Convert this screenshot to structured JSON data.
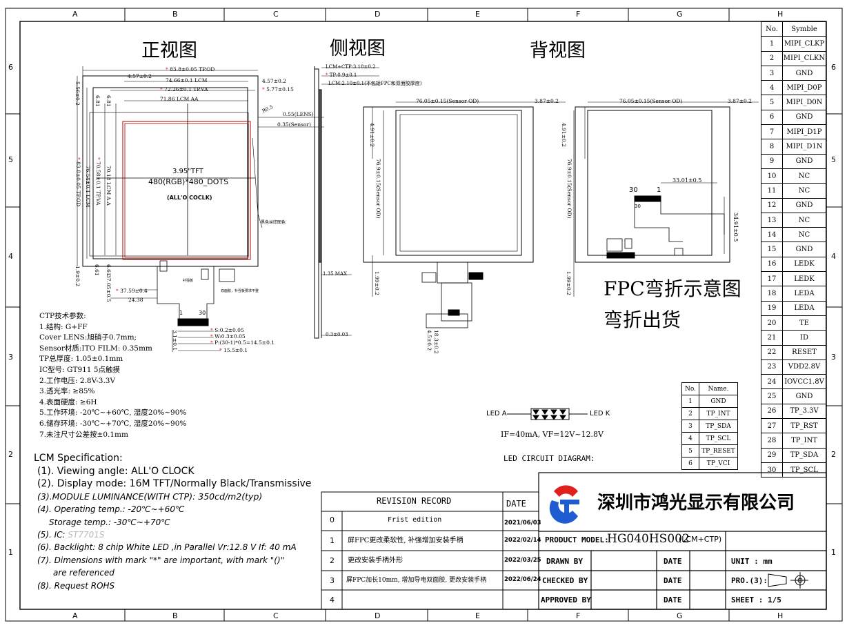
{
  "grid": {
    "cols": [
      "A",
      "B",
      "C",
      "D",
      "E",
      "F",
      "G",
      "H"
    ],
    "rows": [
      "6",
      "5",
      "4",
      "3",
      "2",
      "1"
    ]
  },
  "views": {
    "front": "正视图",
    "side": "侧视图",
    "back": "背视图"
  },
  "front_dims": {
    "tp_od": "83.8±0.05 TP.OD",
    "left_margin": "4.57±0.2",
    "lcm": "74.66±0.1 LCM",
    "right_margin": "4.57±0.2",
    "tp_va": "72.26±0.1 TP.VA",
    "va_right": "5.77±0.15",
    "lcm_aa": "71.86 LCM AA",
    "top_v1": "5.56±0.2",
    "top_v2": "6.81",
    "top_v3": "6.81",
    "radius": "R0.5",
    "lens": "0.55(LENS)",
    "sensor": "0.35(Sensor)",
    "v_tp_od": "83.8±0.05 TP.OD",
    "v_lcm": "76.54±0.1 LCM",
    "v_tp_va": "70.58±0.1 TP.VA",
    "v_lcm_aa": "70.18 LCM A.A",
    "bot_v1": "1.9±0.2",
    "bot_v2": "6.61",
    "bot_v3": "6.61",
    "bot_v4": "37.05±0.5",
    "tft_title": "3.95\"TFT",
    "tft_res": "480(RGB)*480_DOTS",
    "tft_view": "(ALL'O COCLK)",
    "fpc_left": "37.59±0.4",
    "fpc_left2": "24.38",
    "fpc_pin_30": "30",
    "fpc_pin_1": "1",
    "fpc_v": "3.1±0.1",
    "s_dim": "S:0.2±0.05",
    "w_dim": "W:0.3±0.05",
    "p_dim": "P:(30-1)*0.5=14.5±0.1",
    "fpc_w": "15.5±0.1",
    "note1": "黑色丝印图色",
    "note2": "补强板",
    "note3": "双面胶，补强板要求平整"
  },
  "side_dims": {
    "lcm_ctp": "LCM+CTP:3.18±0.2",
    "tp": "TP:0.9±0.1",
    "lcm": "LCM:2.10±0.1(不包括FPC和双面胶厚度)",
    "max": "1.35 MAX",
    "fpc_t": "0.3±0.03"
  },
  "bend_dims": {
    "sensor_od": "76.05±0.15(Sensor OD)",
    "right": "3.87±0.2",
    "left_top": "4.91±0.2",
    "sensor_v": "76.9±0.15(Sensor OD)",
    "left_bot": "1.99±0.2",
    "fpc_len": "4.5±0.2",
    "fpc_len2": "18.3±0.2"
  },
  "back_dims": {
    "sensor_od": "76.05±0.15(Sensor OD)",
    "right": "3.87±0.2",
    "left_top": "4.91±0.2",
    "sensor_v": "76.9±0.15(Sensor OD)",
    "left_bot": "1.99±0.2",
    "fpc_w": "33.01±0.5",
    "fpc_h": "34.91±0.5",
    "pin30": "30",
    "pin1": "1",
    "pin30b": "30"
  },
  "fpc_note": {
    "line1": "FPC弯折示意图",
    "line2": "弯折出货"
  },
  "ctp_params": {
    "title": "CTP技术参数:",
    "lines": [
      "1.结构: G+FF",
      "Cover LENS:旭硝子0.7mm;",
      "Sensor材质:ITO FILM: 0.35mm",
      "TP总厚度: 1.05±0.1mm",
      "IC型号: GT911 5点触摸",
      "2.工作电压: 2.8V-3.3V",
      "3.透光率: ≥85%",
      "4.表面硬度: ≥6H",
      "5.工作环境: -20℃~+60℃, 湿度20%~90%",
      "6.储存环境: -30℃~+70℃, 湿度20%~90%",
      "7.未注尺寸公差按±0.1mm"
    ]
  },
  "lcm_spec": {
    "title": "LCM Specification:",
    "line1": "(1). Viewing angle: ALL'O CLOCK",
    "line2": "(2). Display mode: 16M TFT/Normally Black/Transmissive",
    "line3": "(3).MODULE LUMINANCE(WITH CTP): 350cd/m2(typ)",
    "line4": "(4). Operating temp.: -20℃~+60℃",
    "line4b": "Storage temp.: -30℃~+70℃",
    "line5": "(5). IC:",
    "line5_ic": "ST7701S",
    "line6": "(6). Backlight: 8 chip White LED ,in Parallel Vr:12.8 V If: 40 mA",
    "line7": "(7). Dimensions with mark \"*\" are important, with mark \"()\"",
    "line7b": "are referenced",
    "line8": "(8). Request ROHS"
  },
  "led": {
    "a": "LED A",
    "k": "LED K",
    "spec": "IF=40mA, VF=12V~12.8V",
    "caption": "LED CIRCUIT DIAGRAM:"
  },
  "led_table": {
    "headers": [
      "No.",
      "Name."
    ],
    "rows": [
      [
        "1",
        "GND"
      ],
      [
        "2",
        "TP_INT"
      ],
      [
        "3",
        "TP_SDA"
      ],
      [
        "4",
        "TP_SCL"
      ],
      [
        "5",
        "TP_RESET"
      ],
      [
        "6",
        "TP_VCI"
      ]
    ]
  },
  "pin_table": {
    "headers": [
      "No.",
      "Symble"
    ],
    "rows": [
      [
        "1",
        "MIPI_CLKP"
      ],
      [
        "2",
        "MIPI_CLKN"
      ],
      [
        "3",
        "GND"
      ],
      [
        "4",
        "MIPI_D0P"
      ],
      [
        "5",
        "MIPI_D0N"
      ],
      [
        "6",
        "GND"
      ],
      [
        "7",
        "MIPI_D1P"
      ],
      [
        "8",
        "MIPI_D1N"
      ],
      [
        "9",
        "GND"
      ],
      [
        "10",
        "NC"
      ],
      [
        "11",
        "NC"
      ],
      [
        "12",
        "GND"
      ],
      [
        "13",
        "NC"
      ],
      [
        "14",
        "NC"
      ],
      [
        "15",
        "GND"
      ],
      [
        "16",
        "LEDK"
      ],
      [
        "17",
        "LEDK"
      ],
      [
        "18",
        "LEDA"
      ],
      [
        "19",
        "LEDA"
      ],
      [
        "20",
        "TE"
      ],
      [
        "21",
        "ID"
      ],
      [
        "22",
        "RESET"
      ],
      [
        "23",
        "VDD2.8V"
      ],
      [
        "24",
        "IOVCC1.8V"
      ],
      [
        "25",
        "GND"
      ],
      [
        "26",
        "TP_3.3V"
      ],
      [
        "27",
        "TP_RST"
      ],
      [
        "28",
        "TP_INT"
      ],
      [
        "29",
        "TP_SDA"
      ],
      [
        "30",
        "TP_SCL"
      ]
    ]
  },
  "revision": {
    "header": "REVISION RECORD",
    "date_header": "DATE",
    "rows": [
      {
        "no": "0",
        "text": "Frist edition",
        "date": "2021/06/03"
      },
      {
        "no": "1",
        "text": "屏FPC更改柔软性, 补强增加安装手柄",
        "date": "2022/02/14"
      },
      {
        "no": "2",
        "text": "更改安装手柄外形",
        "date": "2022/03/25"
      },
      {
        "no": "3",
        "text": "屏FPC加长10mm, 增加导电双面胶, 更改安装手柄",
        "date": "2022/06/24"
      },
      {
        "no": "4",
        "text": "",
        "date": ""
      }
    ]
  },
  "title_block": {
    "company": "深圳市鸿光显示有限公司",
    "product_label": "PRODUCT MODEL:",
    "product_model": "HG040HS002",
    "product_suffix": "(LCM+CTP)",
    "drawn": "DRAWN BY",
    "checked": "CHECKED BY",
    "approved": "APPROVED BY",
    "date": "DATE",
    "unit": "UNIT : mm",
    "pro": "PRO.(3):",
    "sheet": "SHEET : 1/5"
  },
  "colors": {
    "red": "#e0201e",
    "logo_red": "#e0201e",
    "logo_blue": "#1f5bd1"
  }
}
